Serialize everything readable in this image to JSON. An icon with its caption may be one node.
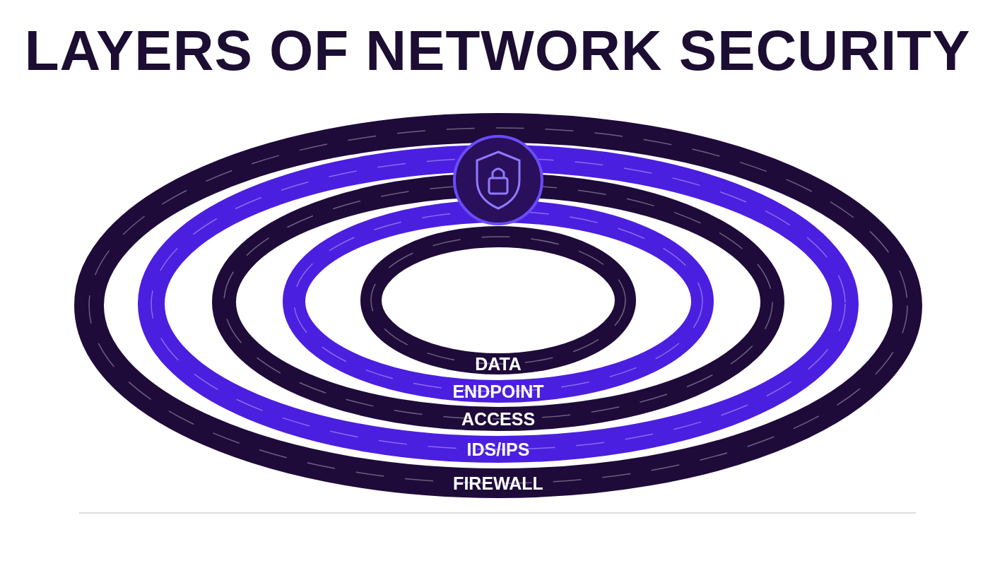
{
  "diagram": {
    "title": "LAYERS OF NETWORK SECURITY",
    "nodes": [
      {
        "text": [
          "FIREWALL"
        ]
      },
      {
        "text": [
          "IDS/IPS"
        ],
        "in": 0
      },
      {
        "text": [
          "ACCESS"
        ],
        "in": 1
      },
      {
        "text": [
          "ENDPOINT"
        ],
        "in": 2
      },
      {
        "text": [
          "DATA"
        ],
        "in": 3
      }
    ]
  }
}
